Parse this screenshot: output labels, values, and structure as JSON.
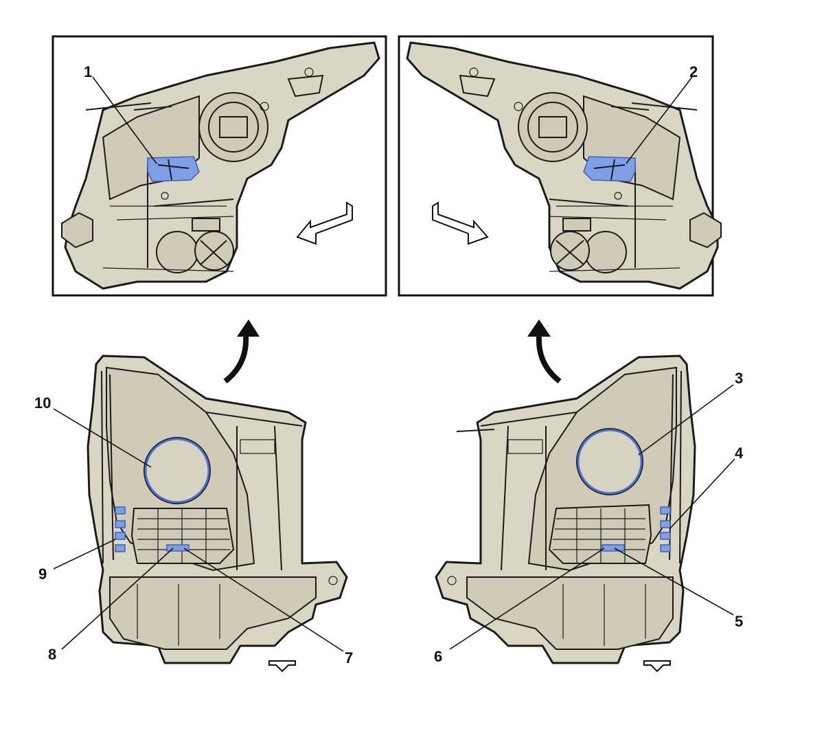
{
  "callouts": {
    "c1": "1",
    "c2": "2",
    "c3": "3",
    "c4": "4",
    "c5": "5",
    "c6": "6",
    "c7": "7",
    "c8": "8",
    "c9": "9",
    "c10": "10"
  },
  "colors": {
    "housing": "#d9d6c4",
    "highlight": "#7f9fe6",
    "outline": "#1a1a1a"
  }
}
